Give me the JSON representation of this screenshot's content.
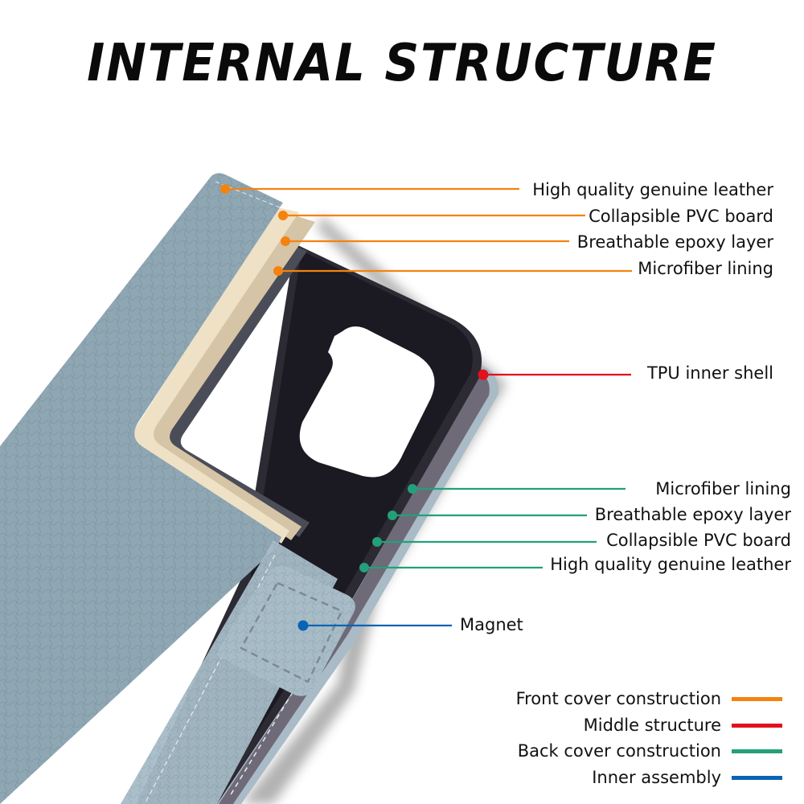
{
  "title": "INTERNAL STRUCTURE",
  "colors": {
    "front": "#F5820F",
    "middle": "#E3111B",
    "back": "#23A07A",
    "inner": "#0A64B4",
    "leather": "#8FA6B3",
    "pvc_board": "#EFE1C5",
    "epoxy": "#D6C4A6",
    "microfiber": "#4A4D57",
    "tpu_shell": "#1B1922"
  },
  "front_cover_callouts": [
    {
      "label": "High quality genuine leather"
    },
    {
      "label": "Collapsible PVC board"
    },
    {
      "label": "Breathable epoxy layer"
    },
    {
      "label": "Microfiber lining"
    }
  ],
  "middle_callouts": [
    {
      "label": "TPU inner shell"
    }
  ],
  "back_cover_callouts": [
    {
      "label": "Microfiber lining"
    },
    {
      "label": "Breathable epoxy layer"
    },
    {
      "label": "Collapsible PVC board"
    },
    {
      "label": "High quality genuine leather"
    }
  ],
  "inner_callouts": [
    {
      "label": "Magnet"
    }
  ],
  "legend": [
    {
      "label": "Front cover construction",
      "color": "#F5820F"
    },
    {
      "label": "Middle structure",
      "color": "#E3111B"
    },
    {
      "label": "Back cover construction",
      "color": "#23A07A"
    },
    {
      "label": "Inner assembly",
      "color": "#0A64B4"
    }
  ]
}
